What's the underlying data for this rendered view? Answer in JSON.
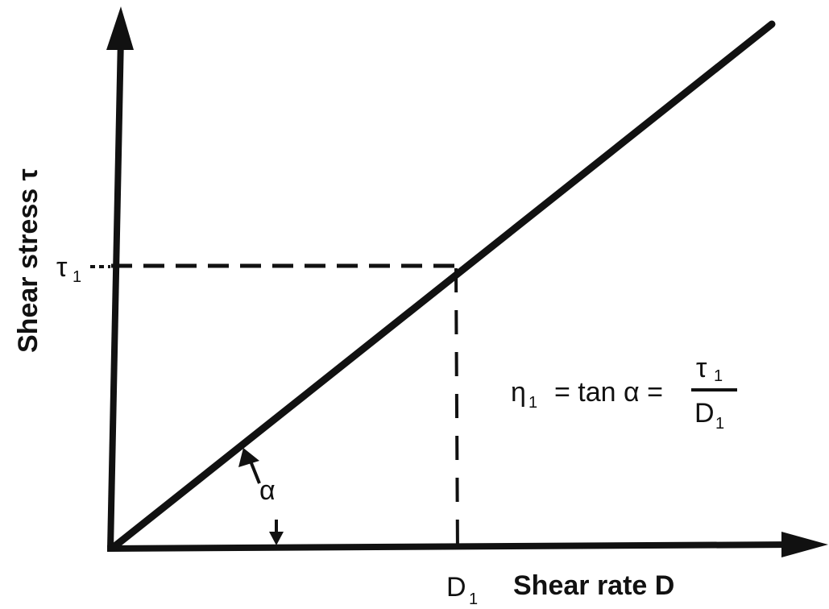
{
  "diagram": {
    "y_axis_title": "Shear stress τ",
    "x_axis_title": "Shear rate D",
    "y_marker": {
      "symbol": "τ",
      "subscript": "1"
    },
    "x_marker": {
      "symbol": "D",
      "subscript": "1"
    },
    "angle_label": "α",
    "formula": {
      "lhs_symbol": "η",
      "lhs_subscript": "1",
      "middle": "= tan α =",
      "numerator_symbol": "τ",
      "numerator_subscript": "1",
      "denominator_symbol": "D",
      "denominator_subscript": "1"
    },
    "line_color": "#111111"
  }
}
